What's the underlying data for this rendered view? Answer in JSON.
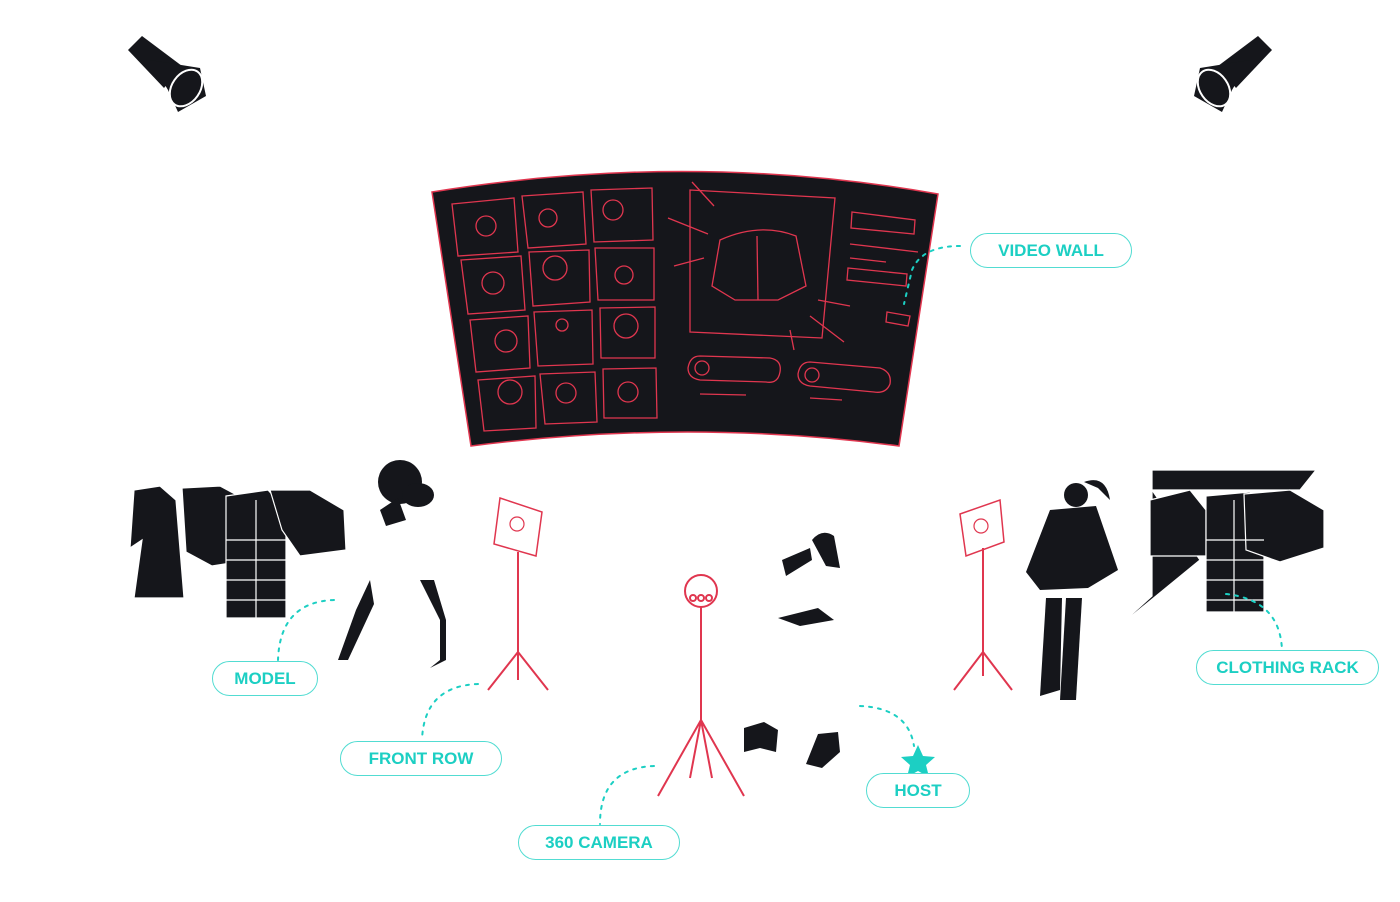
{
  "colors": {
    "accent": "#1ccfc3",
    "line_red": "#e0364f",
    "dark": "#15161b"
  },
  "labels": {
    "video_wall": "VIDEO WALL",
    "model": "MODEL",
    "front_row": "FRONT ROW",
    "camera": "360 CAMERA",
    "host": "HOST",
    "clothing_rack": "CLOTHING RACK"
  }
}
